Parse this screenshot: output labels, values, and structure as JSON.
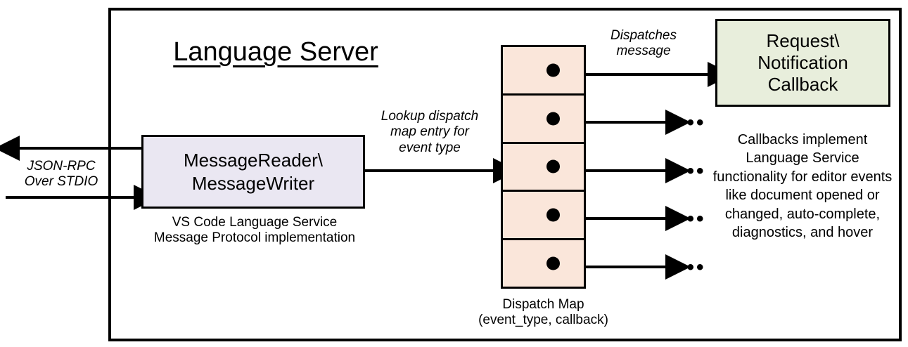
{
  "diagram": {
    "title": "Language Server",
    "boundary_name": "language-server-boundary",
    "colors": {
      "reader_writer_fill": "#EAE7F2",
      "dispatch_map_fill": "#FAE6DA",
      "callback_fill": "#E8EEDC",
      "stroke": "#000000",
      "background": "#FFFFFF"
    }
  },
  "external_io": {
    "label": "JSON-RPC\nOver STDIO",
    "outbound_arrow": "arrow-out-left",
    "inbound_arrow": "arrow-in-right"
  },
  "reader_writer": {
    "label": "MessageReader\\\nMessageWriter",
    "caption": "VS Code Language Service\nMessage Protocol implementation"
  },
  "lookup_edge": {
    "label": "Lookup dispatch\nmap entry for\nevent type"
  },
  "dispatch_map": {
    "caption": "Dispatch Map\n(event_type, callback)",
    "slot_count": 5,
    "slots": [
      {
        "index": 1,
        "target": "callback-box",
        "ellipsis": false
      },
      {
        "index": 2,
        "target": "ellipsis",
        "ellipsis": true
      },
      {
        "index": 3,
        "target": "ellipsis",
        "ellipsis": true
      },
      {
        "index": 4,
        "target": "ellipsis",
        "ellipsis": true
      },
      {
        "index": 5,
        "target": "ellipsis",
        "ellipsis": true
      }
    ],
    "ellipsis_glyph": "•••"
  },
  "dispatch_edge": {
    "label": "Dispatches\nmessage"
  },
  "callback": {
    "label": "Request\\\nNotification\nCallback",
    "description": "Callbacks implement Language Service functionality for editor events like document opened or changed, auto-complete, diagnostics, and hover"
  }
}
